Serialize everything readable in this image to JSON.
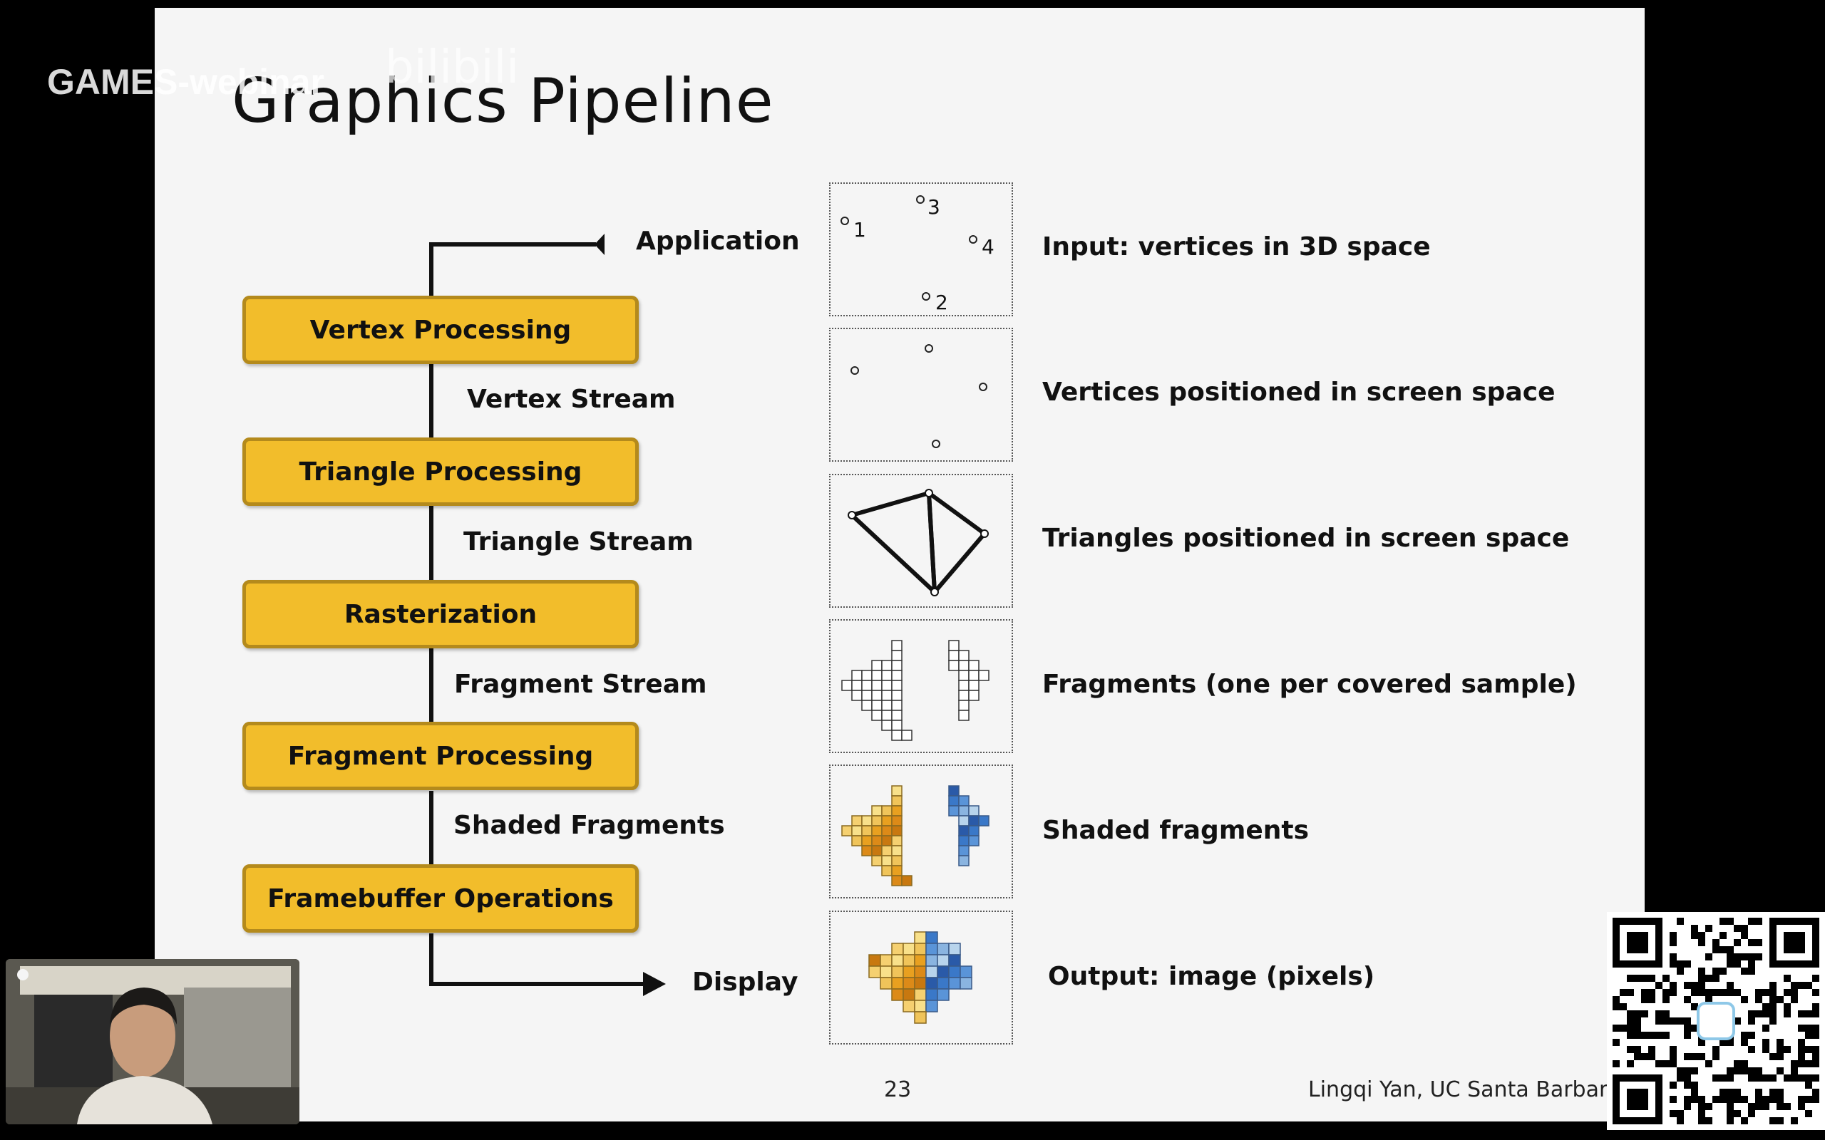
{
  "slide": {
    "title": "Graphics Pipeline",
    "page_number": "23",
    "credit": "Lingqi Yan, UC Santa Barbar"
  },
  "overlay": {
    "watermark": "GAMES-webinar",
    "watermark_logo": "bilibili"
  },
  "pipeline": {
    "start_label": "Application",
    "end_label": "Display",
    "stages": [
      "Vertex Processing",
      "Triangle Processing",
      "Rasterization",
      "Fragment Processing",
      "Framebuffer Operations"
    ],
    "streams": [
      "Vertex Stream",
      "Triangle Stream",
      "Fragment Stream",
      "Shaded Fragments"
    ]
  },
  "panels": {
    "vertex_numbers": [
      "1",
      "3",
      "4",
      "2"
    ],
    "descriptions": [
      "Input: vertices in 3D space",
      "Vertices positioned in screen space",
      "Triangles positioned in screen space",
      "Fragments (one per covered sample)",
      "Shaded fragments",
      "Output: image (pixels)"
    ]
  },
  "colors": {
    "stage_fill": "#f2bd2b",
    "stage_border": "#b48a1c",
    "shade_orange": "#e8a020",
    "shade_blue": "#3a78c8"
  }
}
